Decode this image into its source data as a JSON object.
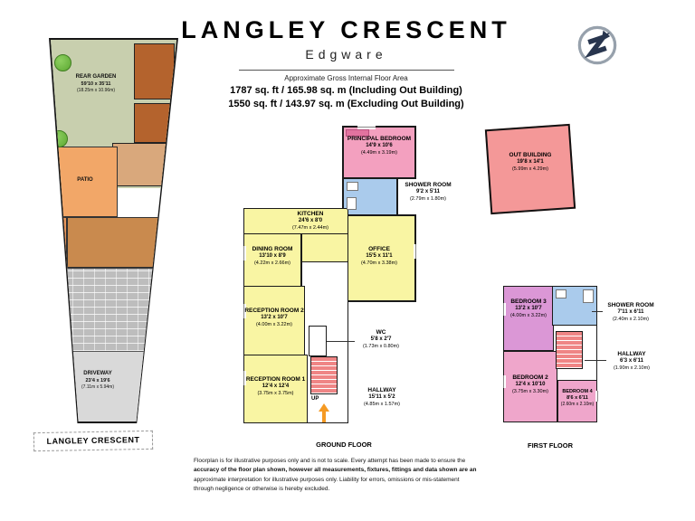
{
  "header": {
    "title": "LANGLEY CRESCENT",
    "subtitle": "Edgware",
    "area_heading": "Approximate Gross Internal Floor Area",
    "area_including": "1787 sq. ft / 165.98 sq. m (Including Out Building)",
    "area_excluding": "1550 sq. ft / 143.97 sq. m (Excluding Out Building)"
  },
  "site_plan": {
    "rear_garden": {
      "name": "REAR GARDEN",
      "imperial": "59'10 x 35'11",
      "metric": "(18.25m x 10.96m)"
    },
    "patio_label": "PATIO",
    "driveway": {
      "name": "DRIVEWAY",
      "imperial": "23'4 x 19'6",
      "metric": "(7.11m x 5.94m)"
    },
    "street_banner": "LANGLEY CRESCENT"
  },
  "ground_floor": {
    "caption": "GROUND FLOOR",
    "up_label": "UP",
    "principal_bedroom": {
      "name": "PRINCIPAL BEDROOM",
      "imperial": "14'9 x 10'6",
      "metric": "(4.49m x 3.19m)"
    },
    "shower_room": {
      "name": "SHOWER ROOM",
      "imperial": "9'2 x 5'11",
      "metric": "(2.79m x 1.80m)"
    },
    "kitchen": {
      "name": "KITCHEN",
      "imperial": "24'6 x 8'0",
      "metric": "(7.47m x 2.44m)"
    },
    "office": {
      "name": "OFFICE",
      "imperial": "15'5 x 11'1",
      "metric": "(4.70m x 3.38m)"
    },
    "dining_room": {
      "name": "DINING ROOM",
      "imperial": "13'10 x 8'9",
      "metric": "(4.22m x 2.66m)"
    },
    "reception_room_2": {
      "name": "RECEPTION ROOM 2",
      "imperial": "13'2 x 10'7",
      "metric": "(4.00m x 3.22m)"
    },
    "reception_room_1": {
      "name": "RECEPTION ROOM 1",
      "imperial": "12'4 x 12'4",
      "metric": "(3.75m x 3.75m)"
    },
    "wc": {
      "name": "WC",
      "imperial": "5'8 x 2'7",
      "metric": "(1.73m x 0.80m)"
    },
    "hallway": {
      "name": "HALLWAY",
      "imperial": "15'11 x 5'2",
      "metric": "(4.85m x 1.57m)"
    }
  },
  "out_building": {
    "name": "OUT BUILDING",
    "imperial": "19'8 x 14'1",
    "metric": "(5.99m x 4.29m)"
  },
  "first_floor": {
    "caption": "FIRST FLOOR",
    "bedroom_3": {
      "name": "BEDROOM 3",
      "imperial": "13'2 x 10'7",
      "metric": "(4.00m x 3.22m)"
    },
    "shower_room": {
      "name": "SHOWER ROOM",
      "imperial": "7'11 x 6'11",
      "metric": "(2.40m x 2.10m)"
    },
    "hallway": {
      "name": "HALLWAY",
      "imperial": "6'3 x 6'11",
      "metric": "(1.90m x 2.10m)"
    },
    "bedroom_2": {
      "name": "BEDROOM 2",
      "imperial": "12'4 x 10'10",
      "metric": "(3.75m x 3.30m)"
    },
    "bedroom_4": {
      "name": "BEDROOM 4",
      "imperial": "8'6 x 6'11",
      "metric": "(2.60m x 2.10m)"
    }
  },
  "disclaimer": {
    "lines": [
      "Floorplan is for illustrative purposes only and is not to scale. Every attempt has been made to ensure the",
      "accuracy of the floor plan shown, however all measurements, fixtures, fittings and data shown are an",
      "approximate interpretation for illustrative purposes only. Liability for errors, omissions or mis-statement",
      "through negligence or otherwise is hereby excluded."
    ]
  },
  "colors": {
    "living_yellow": "#f9f5a3",
    "bedroom_pink": "#f3a0bf",
    "bedroom_violet": "#db97d6",
    "bathroom_blue": "#aacbec",
    "outbuilding_salmon": "#f49898",
    "stairs_red": "#ef8585",
    "garden_green": "#c8cfae",
    "patio_orange": "#f2a768",
    "entry_arrow_orange": "#f59a23"
  }
}
